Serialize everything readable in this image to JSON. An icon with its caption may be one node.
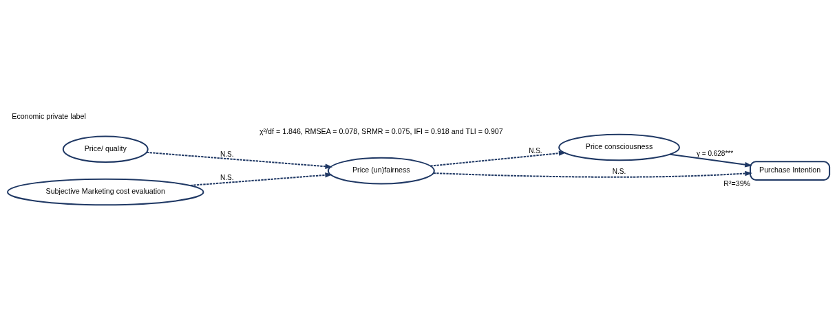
{
  "diagram": {
    "title": "Economic private label",
    "caption": "χ²/df = 1.846, RMSEA = 0.078, SRMR = 0.075, IFI = 0.918 and TLI = 0.907",
    "nodes": [
      {
        "text": [
          "Price/ quality"
        ]
      },
      {
        "text": [
          "Price consciousness"
        ]
      },
      {
        "text": [
          "Subjective Marketing cost evaluation"
        ]
      },
      {
        "text": [
          "Price (un)fairness"
        ]
      },
      {
        "text": [
          "Purchase Intention"
        ],
        "beside": [
          "R²=39%"
        ]
      }
    ],
    "edges": [
      {
        "from": 0,
        "to": 3,
        "arrow": "to",
        "label": "N.S.",
        "style": "dashed"
      },
      {
        "from": 3,
        "to": 1,
        "arrow": "to",
        "label": "N.S.",
        "style": "dashed"
      },
      {
        "from": 1,
        "to": 4,
        "arrow": "to",
        "label": "γ = 0.628***"
      },
      {
        "from": 2,
        "to": 3,
        "arrow": "to",
        "label": "N.S.",
        "style": "dashed"
      },
      {
        "from": 3,
        "to": 4,
        "arrow": "to",
        "label": "N.S.",
        "style": "dashed"
      }
    ]
  }
}
